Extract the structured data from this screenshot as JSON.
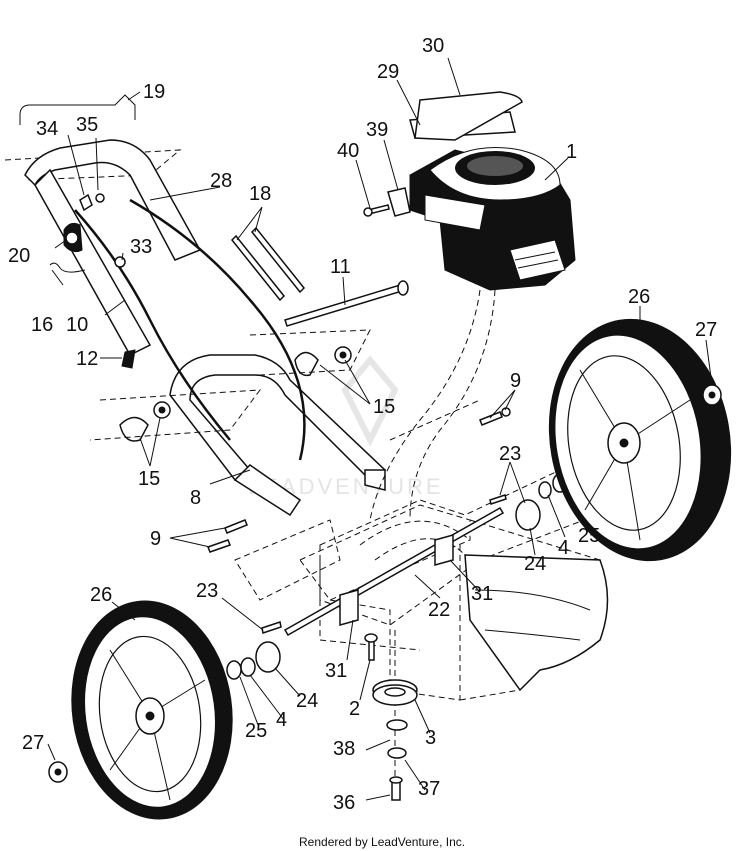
{
  "footer": "Rendered by LeadVenture, Inc.",
  "watermark": "LEADVENTURE",
  "callouts": [
    {
      "id": "c30a",
      "label": "30"
    },
    {
      "id": "c29a",
      "label": "29"
    },
    {
      "id": "c19a",
      "label": "19"
    },
    {
      "id": "c39a",
      "label": "39"
    },
    {
      "id": "c40a",
      "label": "40"
    },
    {
      "id": "c1a",
      "label": "1"
    },
    {
      "id": "c34a",
      "label": "34"
    },
    {
      "id": "c35a",
      "label": "35"
    },
    {
      "id": "c28a",
      "label": "28"
    },
    {
      "id": "c18a",
      "label": "18"
    },
    {
      "id": "c20a",
      "label": "20"
    },
    {
      "id": "c33a",
      "label": "33"
    },
    {
      "id": "c11a",
      "label": "11"
    },
    {
      "id": "c26a",
      "label": "26"
    },
    {
      "id": "c27a",
      "label": "27"
    },
    {
      "id": "c16a",
      "label": "16"
    },
    {
      "id": "c10a",
      "label": "10"
    },
    {
      "id": "c12a",
      "label": "12"
    },
    {
      "id": "c15a",
      "label": "15"
    },
    {
      "id": "c9a",
      "label": "9"
    },
    {
      "id": "c15b",
      "label": "15"
    },
    {
      "id": "c23a",
      "label": "23"
    },
    {
      "id": "c8a",
      "label": "8"
    },
    {
      "id": "c4a",
      "label": "4"
    },
    {
      "id": "c25a",
      "label": "25"
    },
    {
      "id": "c24a",
      "label": "24"
    },
    {
      "id": "c9b",
      "label": "9"
    },
    {
      "id": "c31a",
      "label": "31"
    },
    {
      "id": "c22a",
      "label": "22"
    },
    {
      "id": "c26b",
      "label": "26"
    },
    {
      "id": "c23b",
      "label": "23"
    },
    {
      "id": "c31b",
      "label": "31"
    },
    {
      "id": "c2a",
      "label": "2"
    },
    {
      "id": "c24b",
      "label": "24"
    },
    {
      "id": "c25b",
      "label": "25"
    },
    {
      "id": "c4b",
      "label": "4"
    },
    {
      "id": "c3a",
      "label": "3"
    },
    {
      "id": "c27b",
      "label": "27"
    },
    {
      "id": "c38a",
      "label": "38"
    },
    {
      "id": "c37a",
      "label": "37"
    },
    {
      "id": "c36a",
      "label": "36"
    }
  ]
}
